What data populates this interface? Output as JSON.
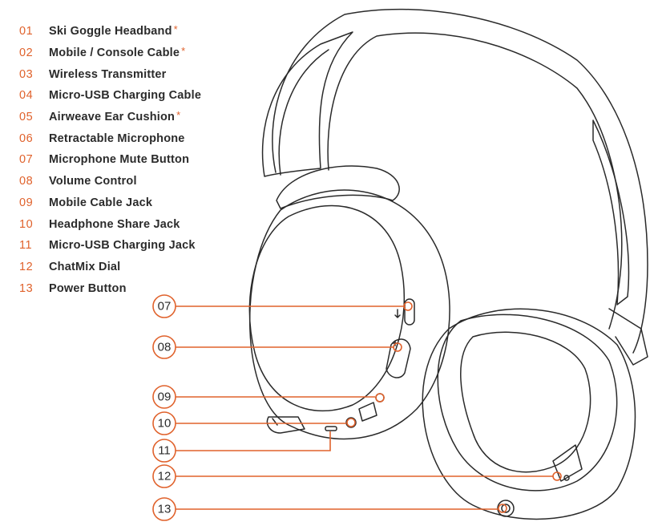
{
  "parts": [
    {
      "num": "01",
      "name": "Ski Goggle Headband",
      "asterisk": "*"
    },
    {
      "num": "02",
      "name": "Mobile / Console Cable",
      "asterisk": "*"
    },
    {
      "num": "03",
      "name": "Wireless Transmitter",
      "asterisk": ""
    },
    {
      "num": "04",
      "name": "Micro-USB Charging Cable",
      "asterisk": ""
    },
    {
      "num": "05",
      "name": "Airweave Ear Cushion",
      "asterisk": "*"
    },
    {
      "num": "06",
      "name": "Retractable Microphone",
      "asterisk": ""
    },
    {
      "num": "07",
      "name": "Microphone Mute Button",
      "asterisk": ""
    },
    {
      "num": "08",
      "name": "Volume Control",
      "asterisk": ""
    },
    {
      "num": "09",
      "name": "Mobile Cable Jack",
      "asterisk": ""
    },
    {
      "num": "10",
      "name": "Headphone Share Jack",
      "asterisk": ""
    },
    {
      "num": "11",
      "name": "Micro-USB Charging Jack",
      "asterisk": ""
    },
    {
      "num": "12",
      "name": "ChatMix Dial",
      "asterisk": ""
    },
    {
      "num": "13",
      "name": "Power Button",
      "asterisk": ""
    }
  ],
  "callouts": {
    "c07": "07",
    "c08": "08",
    "c09": "09",
    "c10": "10",
    "c11": "11",
    "c12": "12",
    "c13": "13"
  },
  "colors": {
    "accent": "#e0622c",
    "text": "#2b2b2b",
    "line_art": "#2a2a2a"
  }
}
